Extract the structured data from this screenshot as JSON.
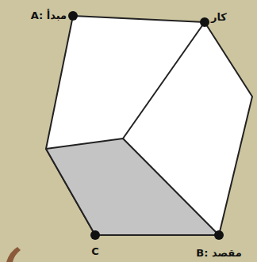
{
  "diagram": {
    "labels": [
      "A: مبدأ",
      "كار",
      "C",
      "B: مقصد"
    ]
  }
}
